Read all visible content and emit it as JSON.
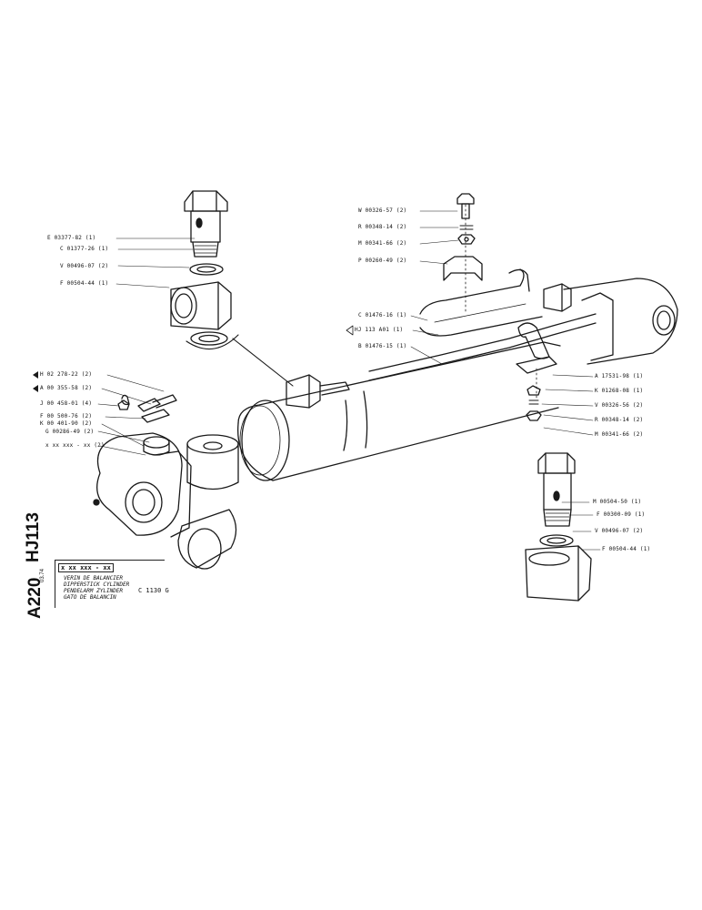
{
  "sheet": {
    "group_code": "HJ113",
    "page_code": "A220",
    "date": "03.74",
    "part_code": "x xx xxx - xx",
    "designations": [
      "VERIN DE BALANCIER",
      "DIPPERSTICK CYLINDER",
      "PENDELARM ZYLINDER",
      "GATO DE BALANCIN"
    ],
    "model": "C 1130 G"
  },
  "callouts": {
    "top_left": [
      "E 03377-82 (1)",
      "C 01377-26 (1)",
      "V 00496-07 (2)",
      "F 00504-44 (1)"
    ],
    "top_right": [
      "W 00326-57 (2)",
      "R 00348-14 (2)",
      "M 00341-66 (2)",
      "P 00260-49 (2)"
    ],
    "mid_left": [
      "C 01476-16 (1)",
      "HJ 113  A01  (1)",
      "B 01476-15 (1)"
    ],
    "right_clamp": [
      "A 17531-98 (1)",
      "K 01268-08 (1)",
      "V 00326-56 (2)",
      "R 00348-14 (2)",
      "M 00341-66 (2)"
    ],
    "left_end": [
      "H 02 278-22 (2)",
      "A 00  355-58 (2)",
      "J 00  458-01  (4)",
      "F 00  500-76  (2)",
      "K 00  401-90 (2)",
      "G 00286-49 (2)",
      "x  xx xxx - xx (2)"
    ],
    "bottom_right": [
      "M 00504-50 (1)",
      "F 00300-09 (1)",
      "V 00496-07 (2)",
      "F 00504-44 (1)"
    ]
  }
}
